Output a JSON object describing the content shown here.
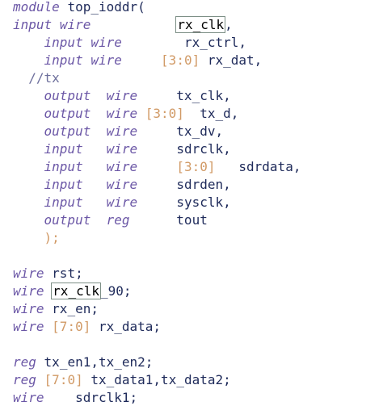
{
  "editor": {
    "lines": [
      {
        "parts": [
          {
            "t": "kw",
            "v": "module"
          },
          {
            "t": "pn",
            "v": " "
          },
          {
            "t": "id",
            "v": "top_ioddr"
          },
          {
            "t": "pn",
            "v": "("
          }
        ]
      },
      {
        "parts": [
          {
            "t": "kw",
            "v": "input"
          },
          {
            "t": "pn",
            "v": " "
          },
          {
            "t": "kw",
            "v": "wire"
          },
          {
            "t": "pn",
            "v": "           "
          },
          {
            "t": "hl",
            "v": "rx_clk"
          },
          {
            "t": "pn",
            "v": ","
          }
        ]
      },
      {
        "parts": [
          {
            "t": "pn",
            "v": "    "
          },
          {
            "t": "kw",
            "v": "input"
          },
          {
            "t": "pn",
            "v": " "
          },
          {
            "t": "kw",
            "v": "wire"
          },
          {
            "t": "pn",
            "v": "        "
          },
          {
            "t": "id",
            "v": "rx_ctrl"
          },
          {
            "t": "pn",
            "v": ","
          }
        ]
      },
      {
        "parts": [
          {
            "t": "pn",
            "v": "    "
          },
          {
            "t": "kw",
            "v": "input"
          },
          {
            "t": "pn",
            "v": " "
          },
          {
            "t": "kw",
            "v": "wire"
          },
          {
            "t": "pn",
            "v": "     "
          },
          {
            "t": "num",
            "v": "[3:0]"
          },
          {
            "t": "pn",
            "v": " "
          },
          {
            "t": "id",
            "v": "rx_dat"
          },
          {
            "t": "pn",
            "v": ","
          }
        ]
      },
      {
        "parts": [
          {
            "t": "pn",
            "v": "  "
          },
          {
            "t": "cm",
            "v": "//tx"
          }
        ]
      },
      {
        "parts": [
          {
            "t": "pn",
            "v": "    "
          },
          {
            "t": "kw",
            "v": "output"
          },
          {
            "t": "pn",
            "v": "  "
          },
          {
            "t": "kw",
            "v": "wire"
          },
          {
            "t": "pn",
            "v": "     "
          },
          {
            "t": "id",
            "v": "tx_clk"
          },
          {
            "t": "pn",
            "v": ","
          }
        ]
      },
      {
        "parts": [
          {
            "t": "pn",
            "v": "    "
          },
          {
            "t": "kw",
            "v": "output"
          },
          {
            "t": "pn",
            "v": "  "
          },
          {
            "t": "kw",
            "v": "wire"
          },
          {
            "t": "pn",
            "v": " "
          },
          {
            "t": "num",
            "v": "[3:0]"
          },
          {
            "t": "pn",
            "v": "  "
          },
          {
            "t": "id",
            "v": "tx_d"
          },
          {
            "t": "pn",
            "v": ","
          }
        ]
      },
      {
        "parts": [
          {
            "t": "pn",
            "v": "    "
          },
          {
            "t": "kw",
            "v": "output"
          },
          {
            "t": "pn",
            "v": "  "
          },
          {
            "t": "kw",
            "v": "wire"
          },
          {
            "t": "pn",
            "v": "     "
          },
          {
            "t": "id",
            "v": "tx_dv"
          },
          {
            "t": "pn",
            "v": ","
          }
        ]
      },
      {
        "parts": [
          {
            "t": "pn",
            "v": "    "
          },
          {
            "t": "kw",
            "v": "input"
          },
          {
            "t": "pn",
            "v": "   "
          },
          {
            "t": "kw",
            "v": "wire"
          },
          {
            "t": "pn",
            "v": "     "
          },
          {
            "t": "id",
            "v": "sdrclk"
          },
          {
            "t": "pn",
            "v": ","
          }
        ]
      },
      {
        "parts": [
          {
            "t": "pn",
            "v": "    "
          },
          {
            "t": "kw",
            "v": "input"
          },
          {
            "t": "pn",
            "v": "   "
          },
          {
            "t": "kw",
            "v": "wire"
          },
          {
            "t": "pn",
            "v": "     "
          },
          {
            "t": "num",
            "v": "[3:0]"
          },
          {
            "t": "pn",
            "v": "   "
          },
          {
            "t": "id",
            "v": "sdrdata"
          },
          {
            "t": "pn",
            "v": ","
          }
        ]
      },
      {
        "parts": [
          {
            "t": "pn",
            "v": "    "
          },
          {
            "t": "kw",
            "v": "input"
          },
          {
            "t": "pn",
            "v": "   "
          },
          {
            "t": "kw",
            "v": "wire"
          },
          {
            "t": "pn",
            "v": "     "
          },
          {
            "t": "id",
            "v": "sdrden"
          },
          {
            "t": "pn",
            "v": ","
          }
        ]
      },
      {
        "parts": [
          {
            "t": "pn",
            "v": "    "
          },
          {
            "t": "kw",
            "v": "input"
          },
          {
            "t": "pn",
            "v": "   "
          },
          {
            "t": "kw",
            "v": "wire"
          },
          {
            "t": "pn",
            "v": "     "
          },
          {
            "t": "id",
            "v": "sysclk"
          },
          {
            "t": "pn",
            "v": ","
          }
        ]
      },
      {
        "parts": [
          {
            "t": "pn",
            "v": "    "
          },
          {
            "t": "kw",
            "v": "output"
          },
          {
            "t": "pn",
            "v": "  "
          },
          {
            "t": "kw",
            "v": "reg"
          },
          {
            "t": "pn",
            "v": "      "
          },
          {
            "t": "id",
            "v": "tout"
          }
        ]
      },
      {
        "parts": [
          {
            "t": "pn",
            "v": "    "
          },
          {
            "t": "num",
            "v": ");"
          }
        ]
      },
      {
        "parts": []
      },
      {
        "parts": [
          {
            "t": "kw",
            "v": "wire"
          },
          {
            "t": "pn",
            "v": " "
          },
          {
            "t": "id",
            "v": "rst;"
          }
        ]
      },
      {
        "parts": [
          {
            "t": "kw",
            "v": "wire"
          },
          {
            "t": "pn",
            "v": " "
          },
          {
            "t": "hl",
            "v": "rx_clk"
          },
          {
            "t": "id",
            "v": "_90;"
          }
        ]
      },
      {
        "parts": [
          {
            "t": "kw",
            "v": "wire"
          },
          {
            "t": "pn",
            "v": " "
          },
          {
            "t": "id",
            "v": "rx_en;"
          }
        ]
      },
      {
        "parts": [
          {
            "t": "kw",
            "v": "wire"
          },
          {
            "t": "pn",
            "v": " "
          },
          {
            "t": "num",
            "v": "[7:0]"
          },
          {
            "t": "pn",
            "v": " "
          },
          {
            "t": "id",
            "v": "rx_data;"
          }
        ]
      },
      {
        "parts": []
      },
      {
        "parts": [
          {
            "t": "kw",
            "v": "reg"
          },
          {
            "t": "pn",
            "v": " "
          },
          {
            "t": "id",
            "v": "tx_en1,tx_en2;"
          }
        ]
      },
      {
        "parts": [
          {
            "t": "kw",
            "v": "reg"
          },
          {
            "t": "pn",
            "v": " "
          },
          {
            "t": "num",
            "v": "[7:0]"
          },
          {
            "t": "pn",
            "v": " "
          },
          {
            "t": "id",
            "v": "tx_data1,tx_data2;"
          }
        ]
      },
      {
        "parts": [
          {
            "t": "kw",
            "v": "wire"
          },
          {
            "t": "pn",
            "v": "    "
          },
          {
            "t": "id",
            "v": "sdrclk1;"
          }
        ]
      }
    ]
  },
  "colors": {
    "keyword": "#6b57a6",
    "identifier": "#1e2a5a",
    "number": "#d19a66",
    "comment": "#6d6f9c",
    "highlight_border": "#7d8f86"
  }
}
